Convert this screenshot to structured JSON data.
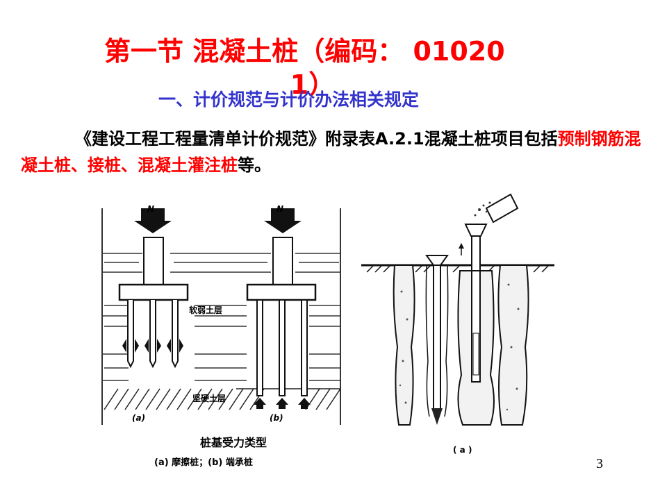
{
  "title": {
    "line1": "第一节  混凝土桩（编码： 01020",
    "line2": "1）"
  },
  "subtitle": "一、计价规范与计价办法相关规定",
  "paragraph": {
    "part1": "《建设工程工程量清单计价规范》附录表A.2.1混凝土桩项目包括",
    "highlight": "预制钢筋混凝土桩、接桩、混凝土灌注桩",
    "part2": "等。"
  },
  "figure_left": {
    "load_a": "N",
    "load_b": "N",
    "soft_layer": "软弱土层",
    "hard_layer": "坚硬土层",
    "label_a": "(a)",
    "label_b": "(b)",
    "caption": "桩基受力类型",
    "sub_caption": "(a) 摩擦桩；(b) 端承桩"
  },
  "figure_right": {
    "label": "( a )"
  },
  "page_number": "3"
}
